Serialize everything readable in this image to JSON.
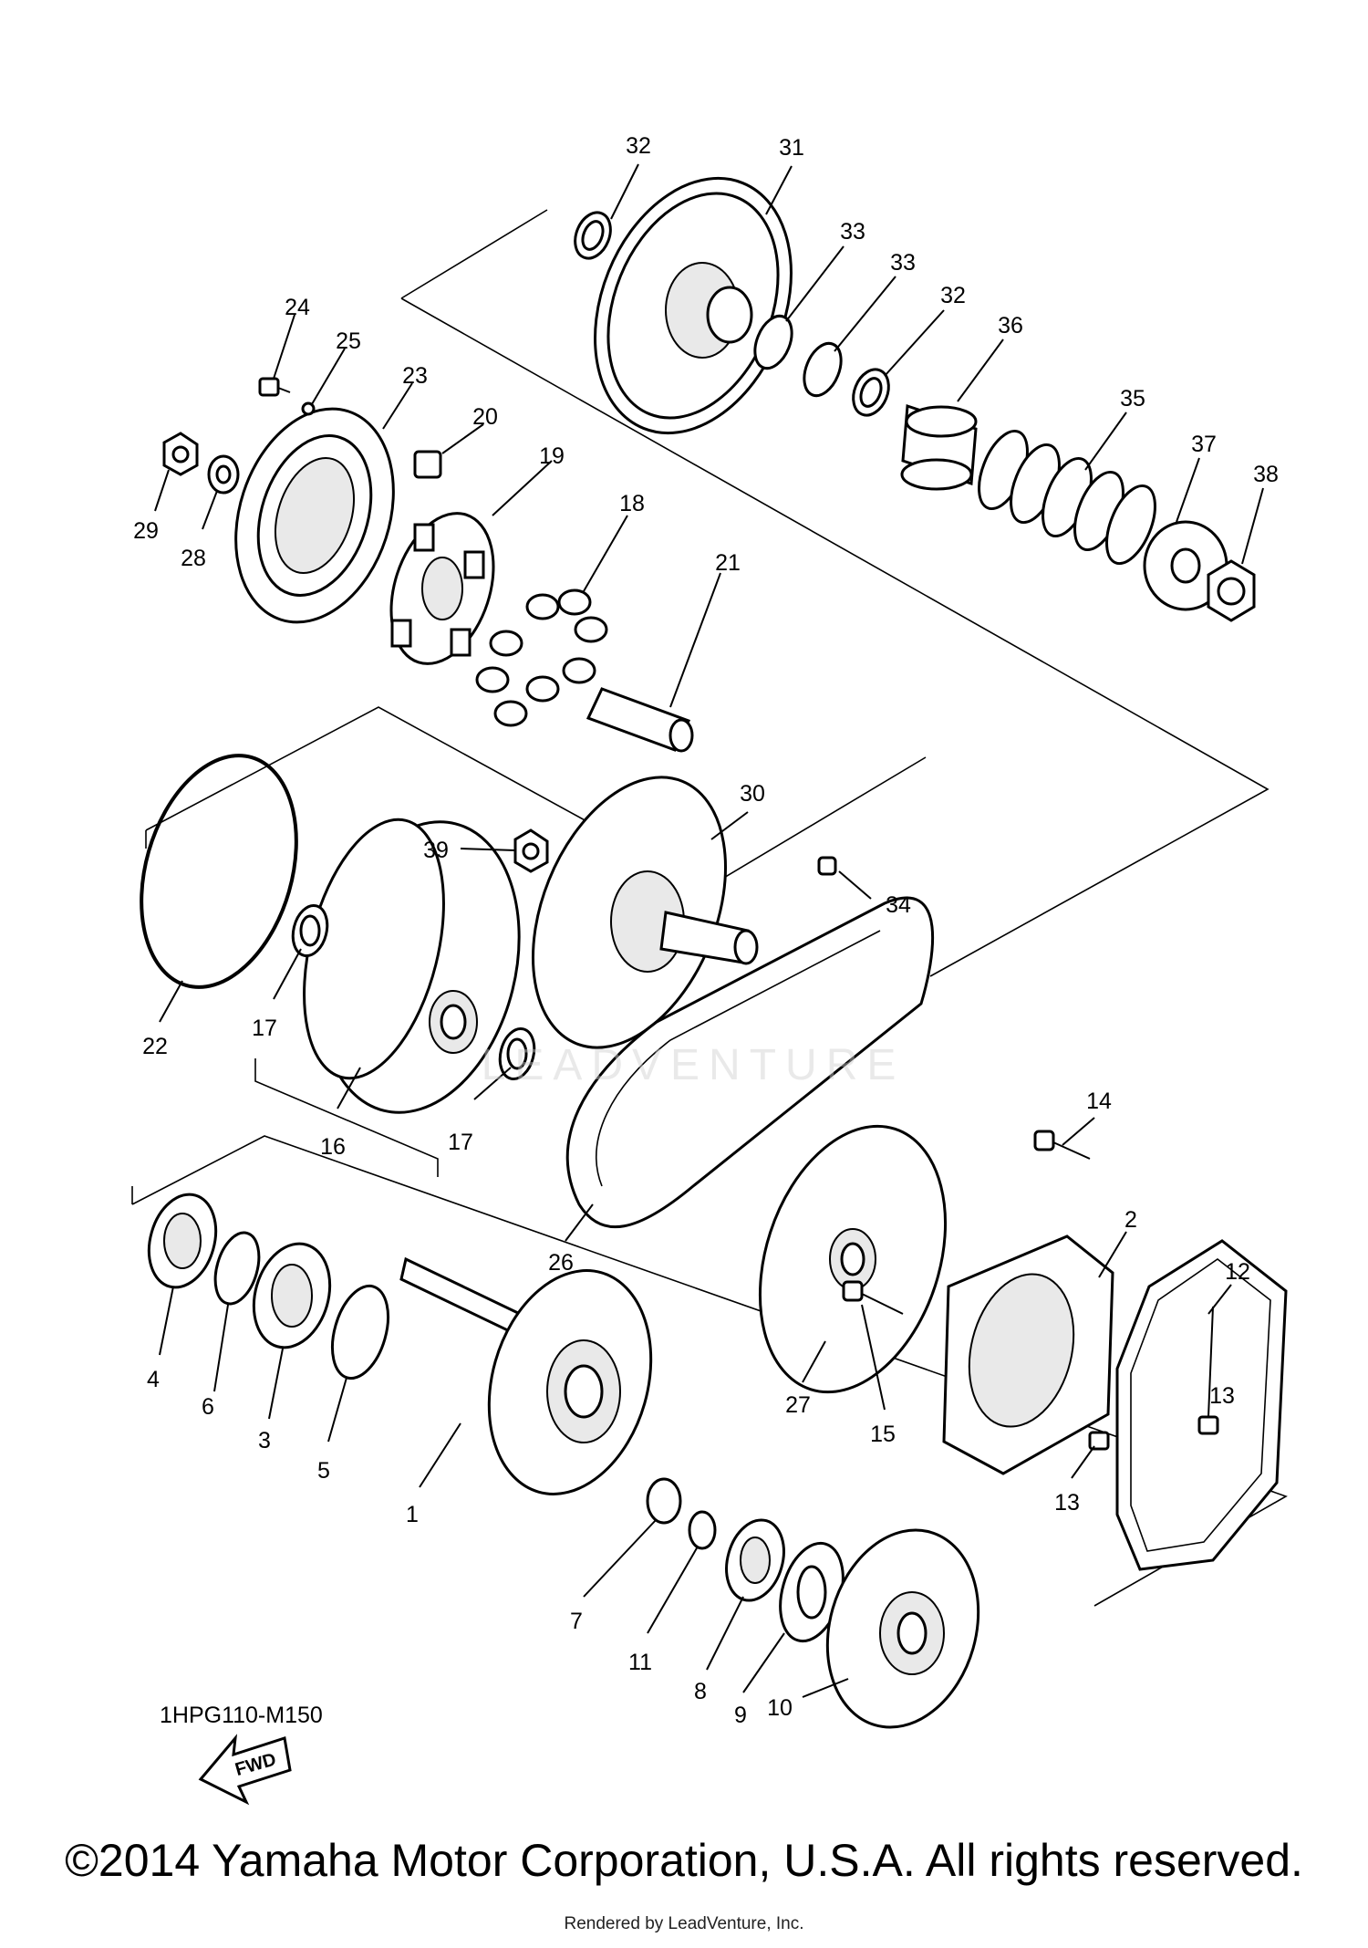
{
  "diagram": {
    "code": "1HPG110-M150",
    "direction_badge": "FWD",
    "parts": [
      {
        "id": "1"
      },
      {
        "id": "2"
      },
      {
        "id": "3"
      },
      {
        "id": "4"
      },
      {
        "id": "5"
      },
      {
        "id": "6"
      },
      {
        "id": "7"
      },
      {
        "id": "8"
      },
      {
        "id": "9"
      },
      {
        "id": "10"
      },
      {
        "id": "11"
      },
      {
        "id": "12"
      },
      {
        "id": "13"
      },
      {
        "id": "14"
      },
      {
        "id": "15"
      },
      {
        "id": "16"
      },
      {
        "id": "17"
      },
      {
        "id": "18"
      },
      {
        "id": "19"
      },
      {
        "id": "20"
      },
      {
        "id": "21"
      },
      {
        "id": "22"
      },
      {
        "id": "23"
      },
      {
        "id": "24"
      },
      {
        "id": "25"
      },
      {
        "id": "26"
      },
      {
        "id": "27"
      },
      {
        "id": "28"
      },
      {
        "id": "29"
      },
      {
        "id": "30"
      },
      {
        "id": "31"
      },
      {
        "id": "32"
      },
      {
        "id": "33"
      },
      {
        "id": "34"
      },
      {
        "id": "35"
      },
      {
        "id": "36"
      },
      {
        "id": "37"
      },
      {
        "id": "38"
      },
      {
        "id": "39"
      }
    ]
  },
  "watermark": "LEADVENTURE",
  "footer": {
    "copyright": "©2014 Yamaha Motor Corporation, U.S.A. All rights reserved.",
    "rendered_by": "Rendered by LeadVenture, Inc."
  }
}
